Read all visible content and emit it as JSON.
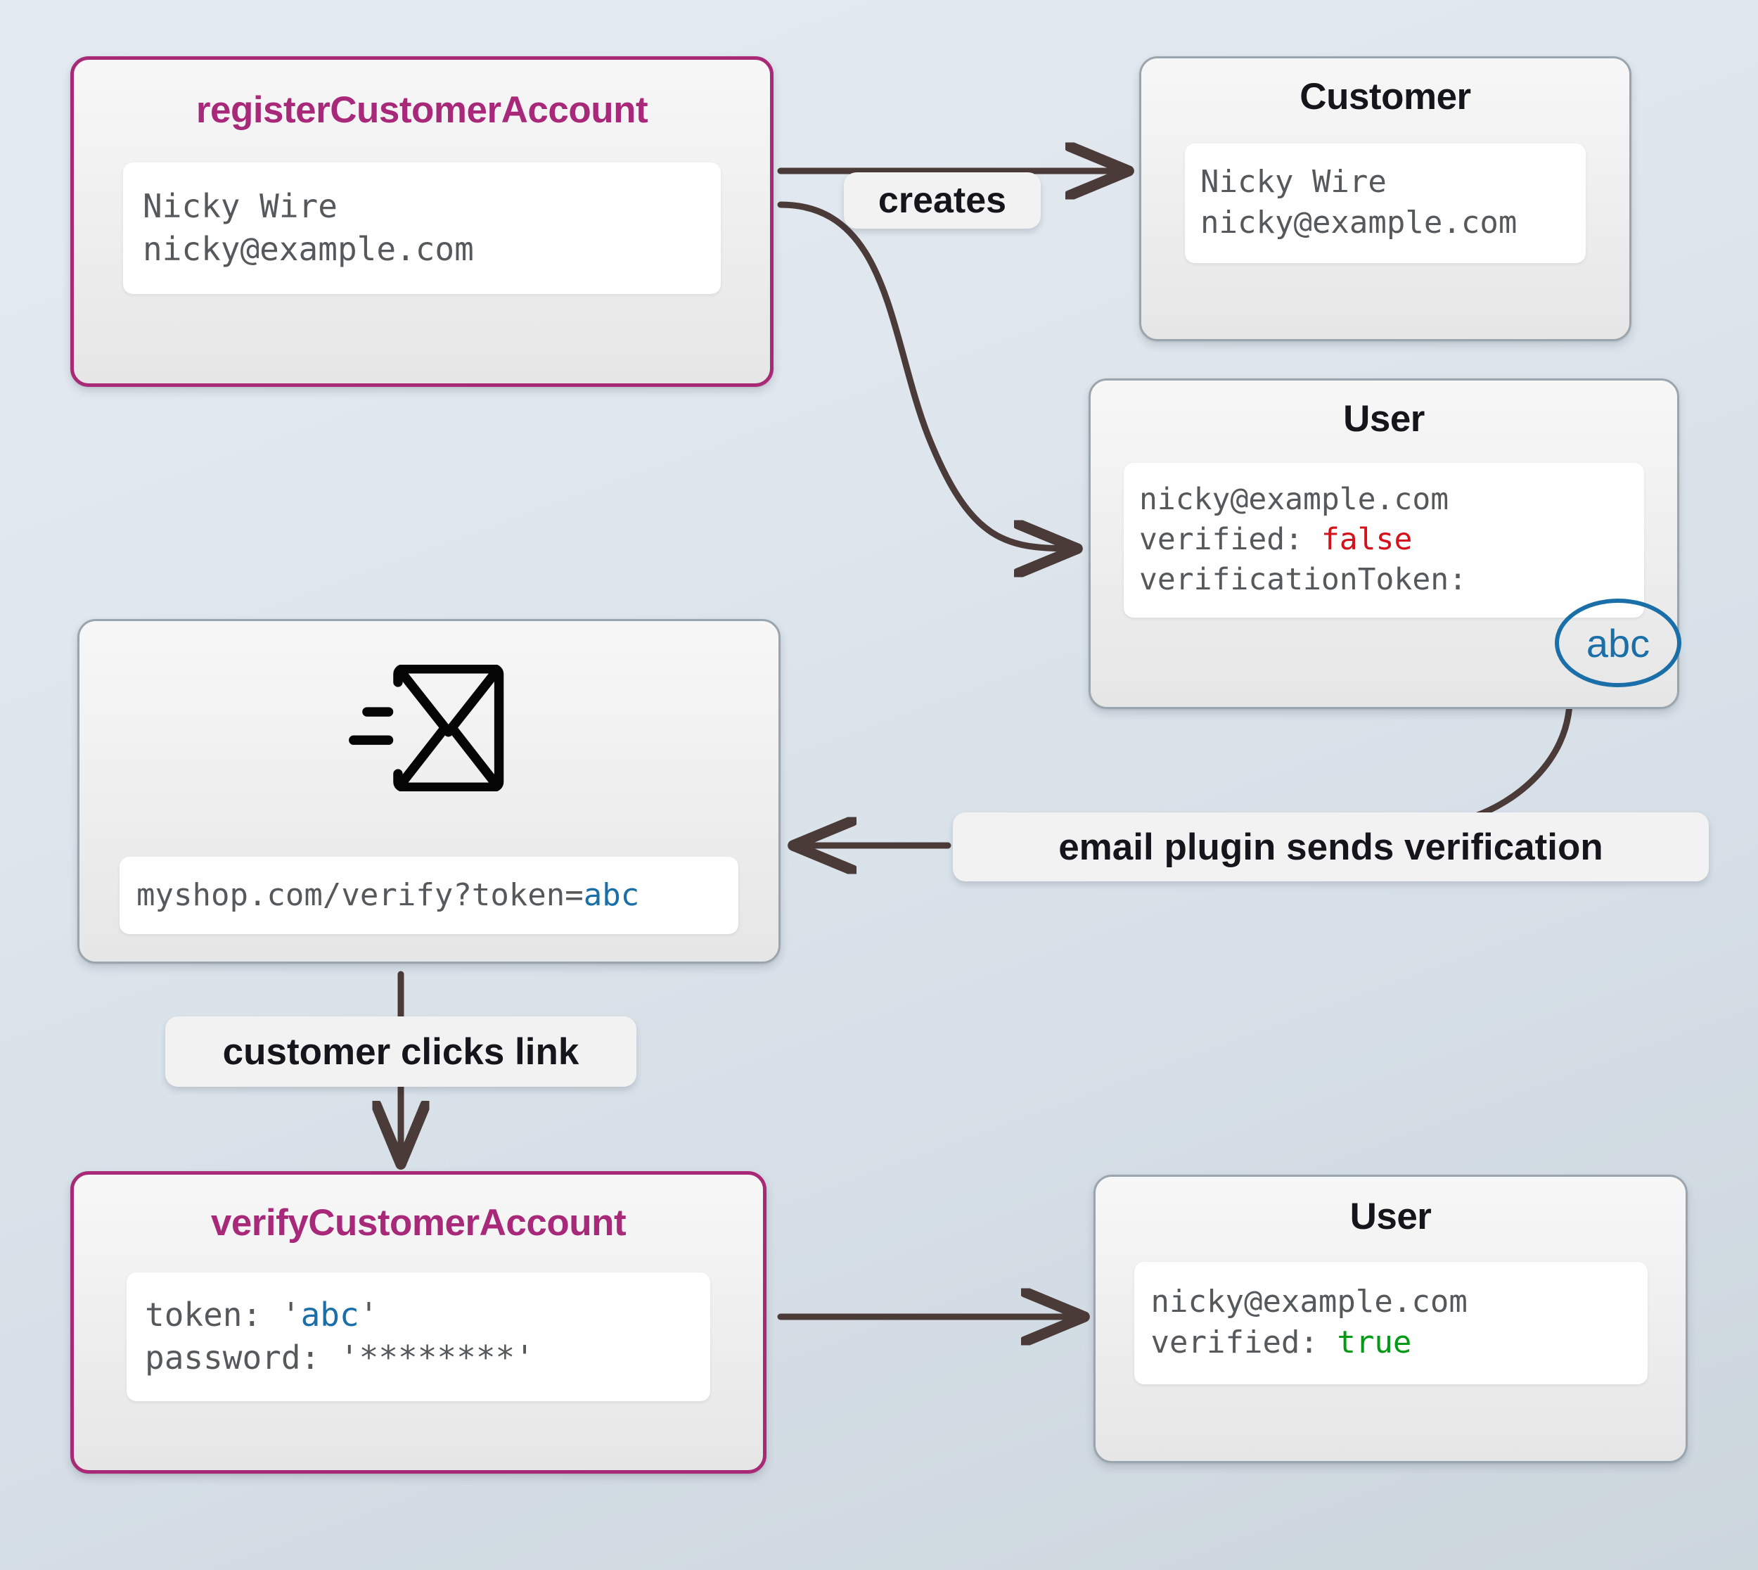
{
  "diagram": {
    "title": "Customer account registration and email verification flow",
    "colors": {
      "accent_pink": "#a8297a",
      "border_grey": "#9aa5ad",
      "arrow": "#4a3a38",
      "value_false": "#d5121c",
      "value_true": "#009a15",
      "token_blue": "#1b6fa8",
      "background_from": "#e3eaf1",
      "background_to": "#ccd6dd"
    },
    "nodes": {
      "register": {
        "title": "registerCustomerAccount",
        "lines": [
          "Nicky Wire",
          "nicky@example.com"
        ]
      },
      "customer": {
        "title": "Customer",
        "lines": [
          "Nicky Wire",
          "nicky@example.com"
        ]
      },
      "user_unverified": {
        "title": "User",
        "email": "nicky@example.com",
        "verified_key": "verified: ",
        "verified_value": "false",
        "token_key": "verificationToken:",
        "token_value": "abc"
      },
      "email": {
        "icon": "send-email-icon",
        "url_prefix": "myshop.com/verify?token=",
        "url_token": "abc"
      },
      "verify": {
        "title": "verifyCustomerAccount",
        "token_key": "token: ",
        "token_quote_open": "'",
        "token_value": "abc",
        "token_quote_close": "'",
        "password_key": "password: ",
        "password_value": "'********'"
      },
      "user_verified": {
        "title": "User",
        "email": "nicky@example.com",
        "verified_key": "verified: ",
        "verified_value": "true"
      }
    },
    "edges": [
      {
        "id": "creates",
        "label": "creates",
        "from": "register",
        "to": [
          "customer",
          "user_unverified"
        ]
      },
      {
        "id": "email-plugin",
        "label": "email plugin sends verification",
        "from": "user_unverified",
        "to": "email"
      },
      {
        "id": "clicks-link",
        "label": "customer clicks link",
        "from": "email",
        "to": "verify"
      },
      {
        "id": "verify-result",
        "label": "",
        "from": "verify",
        "to": "user_verified"
      }
    ]
  }
}
